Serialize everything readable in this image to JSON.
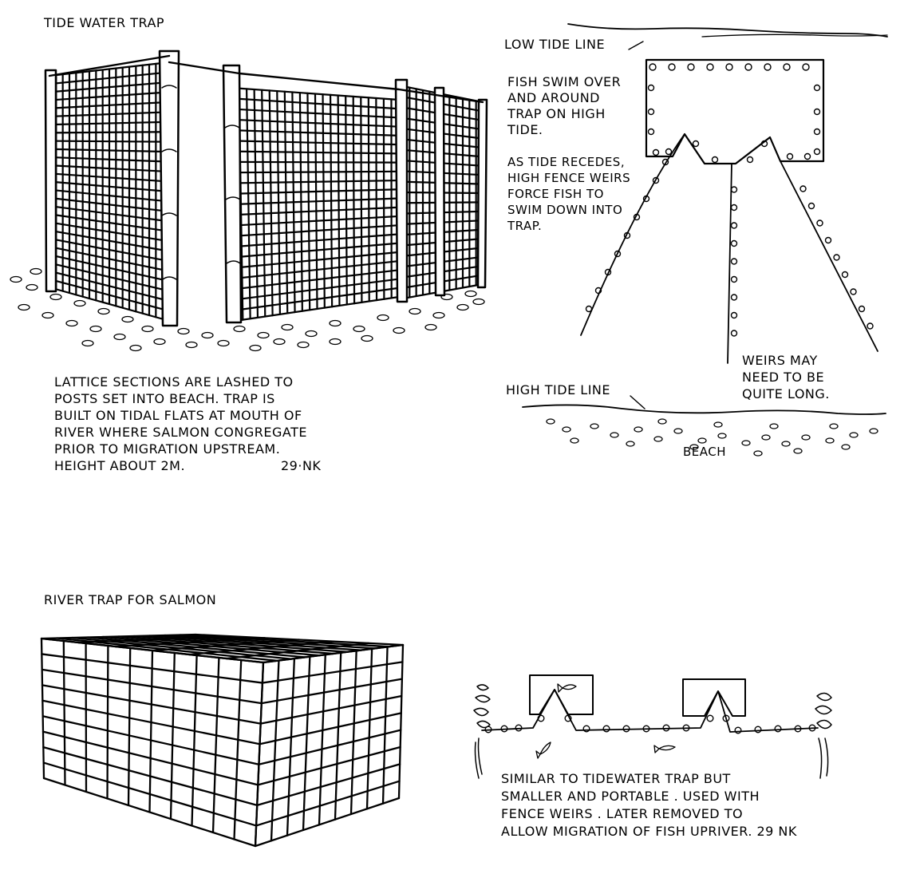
{
  "tide_trap": {
    "title": "TIDE WATER TRAP",
    "caption_lines": [
      "LATTICE SECTIONS ARE LASHED TO",
      "POSTS SET INTO BEACH. TRAP IS",
      "BUILT ON TIDAL FLATS AT MOUTH OF",
      "RIVER WHERE SALMON CONGREGATE",
      "PRIOR TO MIGRATION UPSTREAM."
    ],
    "caption_last": "HEIGHT ABOUT 2m.",
    "signature": "29·NK"
  },
  "tide_plan": {
    "low_tide_label": "LOW TIDE LINE",
    "note1_lines": [
      "FISH SWIM OVER",
      "AND AROUND",
      "TRAP ON HIGH",
      "TIDE."
    ],
    "note2_lines": [
      "AS TIDE RECEDES,",
      "HIGH FENCE WEIRS",
      "FORCE FISH TO",
      "SWIM DOWN INTO",
      "TRAP."
    ],
    "weirs_note_lines": [
      "WEIRS MAY",
      "NEED TO BE",
      "QUITE LONG."
    ],
    "high_tide_label": "HIGH TIDE LINE",
    "beach_label": "BEACH"
  },
  "river_trap": {
    "title": "RIVER TRAP FOR SALMON",
    "caption_lines": [
      "SIMILAR TO TIDEWATER TRAP BUT",
      "SMALLER AND PORTABLE . USED WITH",
      "FENCE WEIRS . LATER REMOVED TO",
      "ALLOW MIGRATION OF FISH UPRIVER. 29 NK"
    ]
  },
  "colors": {
    "ink": "#000000",
    "paper": "#ffffff"
  }
}
